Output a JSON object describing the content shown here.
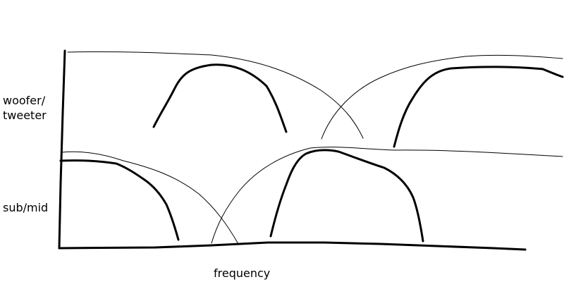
{
  "labels": {
    "upper_band_line1": "woofer/",
    "upper_band_line2": "tweeter",
    "lower_band": "sub/mid",
    "x_axis": "frequency"
  }
}
